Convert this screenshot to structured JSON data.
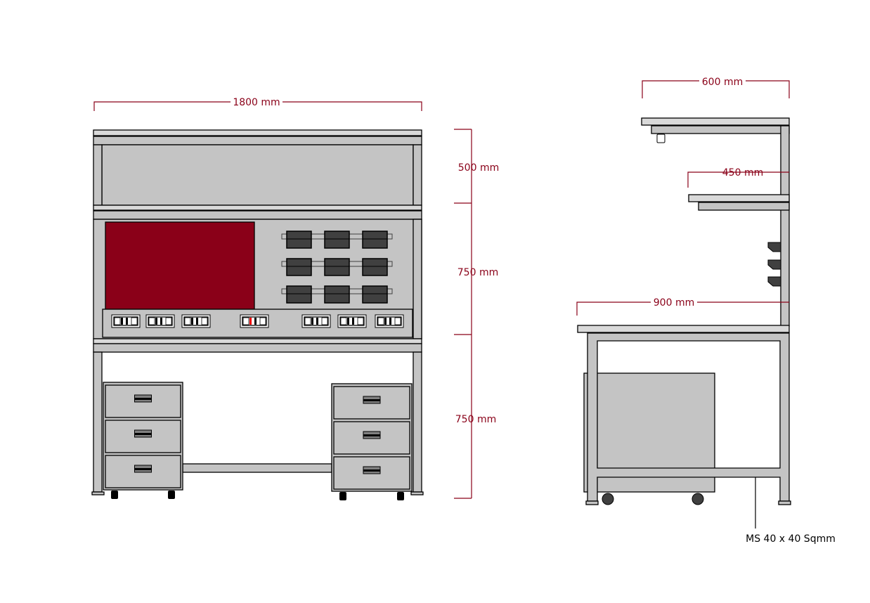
{
  "front_view": {
    "width_label": "1800 mm",
    "heights": [
      "500 mm",
      "750 mm",
      "750 mm"
    ],
    "socket_count": 7,
    "bin_rows": 3,
    "bin_columns": 3,
    "drawers_per_pedestal": 3
  },
  "side_view": {
    "top_shelf_label": "600 mm",
    "middle_shelf_label": "450 mm",
    "desk_depth_label": "900 mm",
    "frame_note": "MS 40 x 40 Sqmm"
  },
  "colors": {
    "accent": "#8a0018",
    "panel": "#c4c4c4",
    "shelf": "#d9d9d9",
    "bin": "#404040"
  }
}
